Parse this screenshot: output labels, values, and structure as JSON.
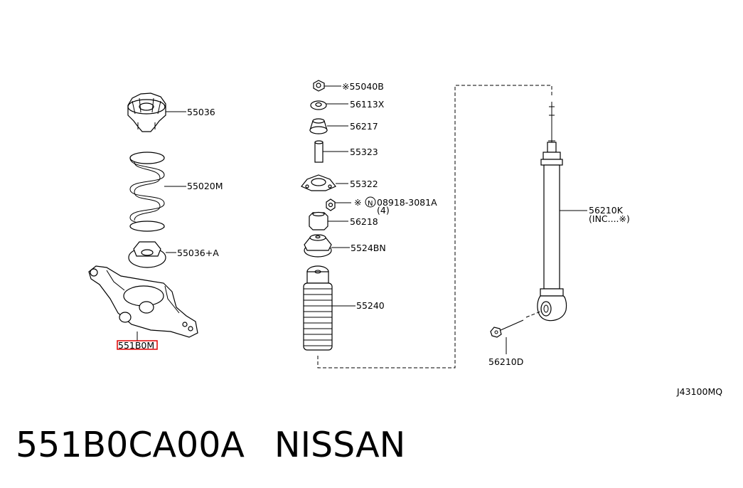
{
  "diagram": {
    "labels": {
      "p55036": "55036",
      "p55020M": "55020M",
      "p55036A": "55036+A",
      "p551B0M": "551B0M",
      "p55040B": "55040B",
      "p56113X": "56113X",
      "p56217": "56217",
      "p55323": "55323",
      "p55322": "55322",
      "p08918": "08918-3081A",
      "p08918_qty": "(4)",
      "p56218": "56218",
      "p5524BN": "5524BN",
      "p55240": "55240",
      "p56210K": "56210K",
      "p56210K_note": "(INC....※)",
      "p56210D": "56210D",
      "ref": "J43100MQ"
    },
    "symbols": {
      "asterisk": "※",
      "circled_n": "N"
    },
    "highlight_color": "#e00000"
  },
  "caption": {
    "part_number": "551B0CA00A",
    "brand": "NISSAN"
  }
}
